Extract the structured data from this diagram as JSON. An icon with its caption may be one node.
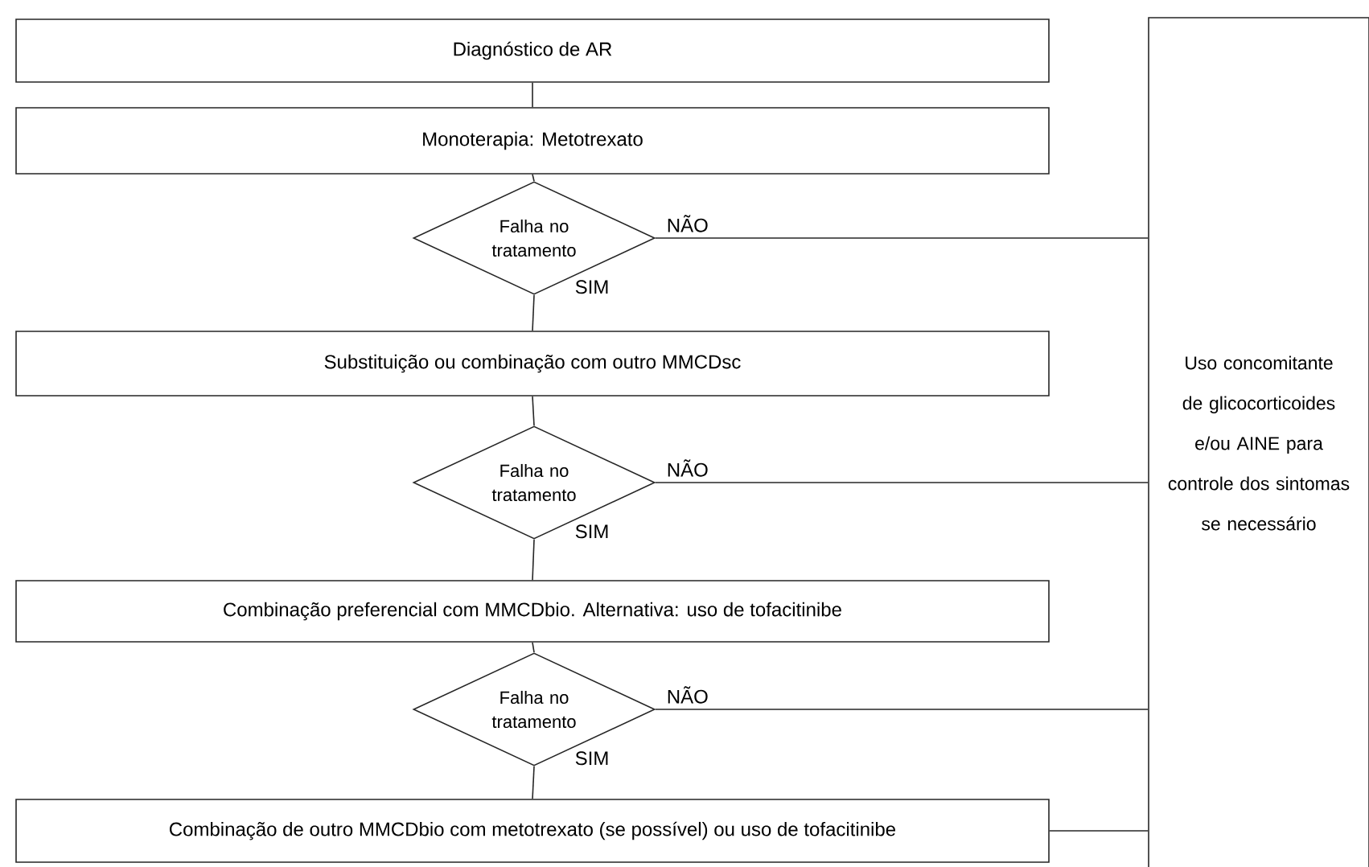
{
  "diagram": {
    "nodes": [
      {
        "text": [
          "Diagnóstico de AR"
        ]
      },
      {
        "text": [
          "Monoterapia: Metotrexato"
        ]
      },
      {
        "text": [
          "Falha no tratamento"
        ]
      },
      {
        "text": [
          "Substituição ou combinação com outro MMCDsc"
        ]
      },
      {
        "text": [
          "Falha no tratamento"
        ]
      },
      {
        "text": [
          "Combinação preferencial com MMCDbio. Alternativa: uso de tofacitinibe"
        ]
      },
      {
        "text": [
          "Falha no tratamento"
        ]
      },
      {
        "text": [
          "Combinação de outro MMCDbio com metotrexato (se possível) ou uso de tofacitinibe"
        ]
      },
      {
        "text": [
          "Uso concomitante de glicocorticoides e/ou AINE para controle dos sintomas se necessário"
        ]
      }
    ],
    "edges": [
      {
        "from": 0,
        "to": 1,
        "arrow": "none"
      },
      {
        "from": 1,
        "to": 2,
        "arrow": "none"
      },
      {
        "from": 2,
        "to": 3,
        "arrow": "none",
        "label": "SIM"
      },
      {
        "from": 2,
        "to": 8,
        "arrow": "none",
        "label": "NÃO"
      },
      {
        "from": 3,
        "to": 4,
        "arrow": "none"
      },
      {
        "from": 4,
        "to": 5,
        "arrow": "none",
        "label": "SIM"
      },
      {
        "from": 4,
        "to": 8,
        "arrow": "none",
        "label": "NÃO"
      },
      {
        "from": 5,
        "to": 6,
        "arrow": "none"
      },
      {
        "from": 6,
        "to": 7,
        "arrow": "none",
        "label": "SIM"
      },
      {
        "from": 6,
        "to": 8,
        "arrow": "none",
        "label": "NÃO"
      },
      {
        "from": 7,
        "to": 8,
        "arrow": "none"
      }
    ]
  }
}
